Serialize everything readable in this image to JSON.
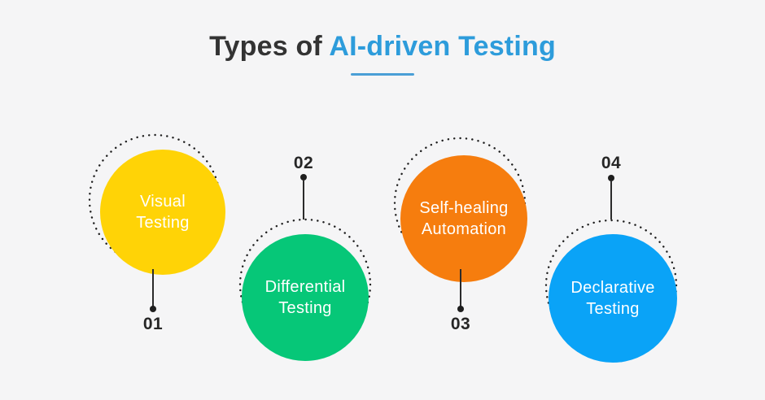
{
  "title": {
    "prefix": "Types of ",
    "highlight": "AI-driven Testing"
  },
  "colors": {
    "background": "#f5f5f6",
    "title_text": "#333333",
    "title_accent": "#2d9cdb",
    "underline": "#4a9fd6",
    "ring_dots": "#1e1e1e",
    "connector": "#2b2b2b",
    "number_text": "#262626",
    "label_text": "#ffffff"
  },
  "items": [
    {
      "id": "visual-testing",
      "number": "01",
      "label_line1": "Visual",
      "label_line2": "Testing",
      "color": "#ffd306",
      "number_position": "below"
    },
    {
      "id": "differential-testing",
      "number": "02",
      "label_line1": "Differential",
      "label_line2": "Testing",
      "color": "#06c778",
      "number_position": "above"
    },
    {
      "id": "self-healing-automation",
      "number": "03",
      "label_line1": "Self-healing",
      "label_line2": "Automation",
      "color": "#f67d0e",
      "number_position": "below"
    },
    {
      "id": "declarative-testing",
      "number": "04",
      "label_line1": "Declarative",
      "label_line2": "Testing",
      "color": "#0aa3f7",
      "number_position": "above"
    }
  ]
}
